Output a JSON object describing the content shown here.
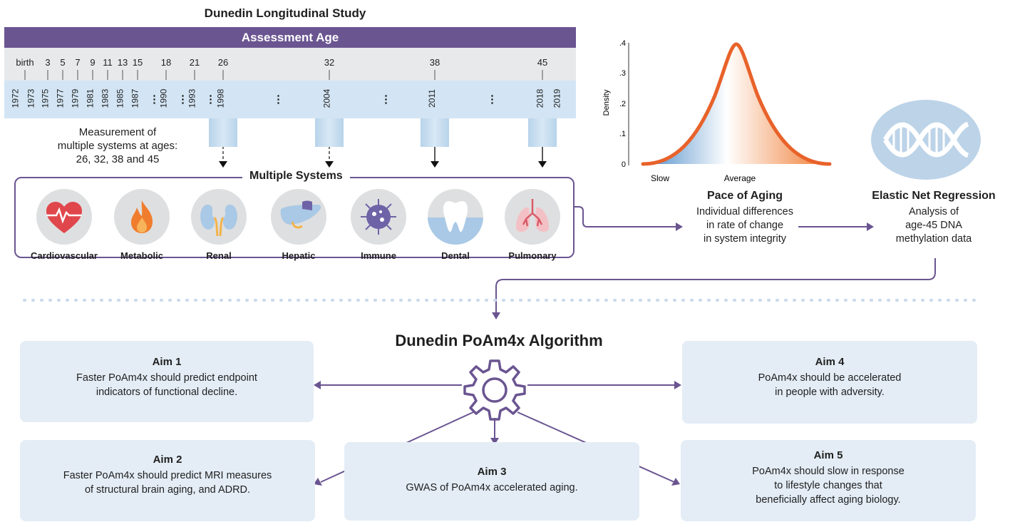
{
  "study_title": "Dunedin Longitudinal Study",
  "assessment_bar": "Assessment Age",
  "ages": [
    "birth",
    "3",
    "5",
    "7",
    "9",
    "11",
    "13",
    "15",
    "18",
    "21",
    "26",
    "32",
    "38",
    "45"
  ],
  "years": [
    "1972",
    "1973",
    "1975",
    "1977",
    "1979",
    "1981",
    "1983",
    "1985",
    "1987",
    "1990",
    "1993",
    "1998",
    "2004",
    "2011",
    "2018",
    "2019"
  ],
  "ellipsis": "⋮",
  "measurement_text": [
    "Measurement of",
    "multiple systems at ages:",
    "26, 32, 38 and 45"
  ],
  "systems_title": "Multiple Systems",
  "systems": [
    "Cardiovascular",
    "Metabolic",
    "Renal",
    "Hepatic",
    "Immune",
    "Dental",
    "Pulmonary"
  ],
  "chart": {
    "ylabel": "Density",
    "yticks": [
      ".4",
      ".3",
      ".2",
      ".1",
      "0"
    ],
    "xlabels": [
      "Slow",
      "Average"
    ],
    "curve_color": "#e8622a"
  },
  "pace": {
    "title": "Pace of Aging",
    "desc": [
      "Individual differences",
      "in rate of change",
      "in system integrity"
    ]
  },
  "enr": {
    "title": "Elastic Net Regression",
    "desc": [
      "Analysis of",
      "age-45 DNA",
      "methylation data"
    ]
  },
  "algorithm_title": "Dunedin PoAm4x Algorithm",
  "aims": [
    {
      "title": "Aim 1",
      "lines": [
        "Faster PoAm4x should predict endpoint",
        "indicators of functional decline."
      ]
    },
    {
      "title": "Aim 2",
      "lines": [
        "Faster PoAm4x should predict MRI measures",
        "of structural brain aging, and ADRD."
      ]
    },
    {
      "title": "Aim 3",
      "lines": [
        "GWAS of PoAm4x accelerated aging."
      ]
    },
    {
      "title": "Aim 4",
      "lines": [
        "PoAm4x should be accelerated",
        "in people with adversity."
      ]
    },
    {
      "title": "Aim 5",
      "lines": [
        "PoAm4x should slow in response",
        "to lifestyle changes that",
        "beneficially affect aging biology."
      ]
    }
  ],
  "colors": {
    "purple": "#6a5591",
    "orange": "#e8622a",
    "light_blue": "#d3e5f4",
    "aim_bg": "#e4edf6"
  }
}
